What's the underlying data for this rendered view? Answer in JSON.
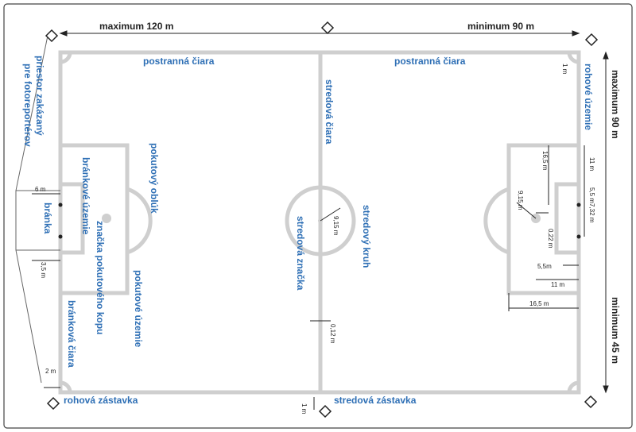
{
  "dimensions": {
    "length_max": "maximum 120 m",
    "length_min": "minimum 90 m",
    "width_max": "maximum 90 m",
    "width_min": "minimum 45 m"
  },
  "labels": {
    "touchline_left": "postranná čiara",
    "touchline_right": "postranná čiara",
    "corner_area": "rohové územie",
    "halfway_line": "stredová čiara",
    "center_circle": "stredový kruh",
    "center_spot": "stredová značka",
    "penalty_arc": "pokutový oblúk",
    "penalty_area": "pokutové územie",
    "penalty_spot": "značka pokutového kopu",
    "goal_area": "bránkové územie",
    "goal": "bránka",
    "goal_line": "bránková čiara",
    "corner_flag": "rohová zástavka",
    "center_flag": "stredová zástavka",
    "photographers_line1": "priestor zakázaný",
    "photographers_line2": "pre fotoreportérov"
  },
  "measurements": {
    "corner_arc": "1 m",
    "goal_width": "6 m",
    "goal_depth": "3,5 m",
    "fence_gap": "2 m",
    "circle_radius": "9,15 m",
    "line_width": "0,12 m",
    "flag_distance": "1 m",
    "penalty_depth": "16,5 m",
    "penalty_spot_dist": "11 m",
    "goal_area_depth": "5,5 m",
    "goal_size": "7,32 m",
    "arc_radius": "9,15 m",
    "spot_diameter": "0,22 m",
    "goal_area_bottom": "5,5m",
    "spot_bottom": "11 m",
    "penalty_bottom": "16,5 m"
  }
}
